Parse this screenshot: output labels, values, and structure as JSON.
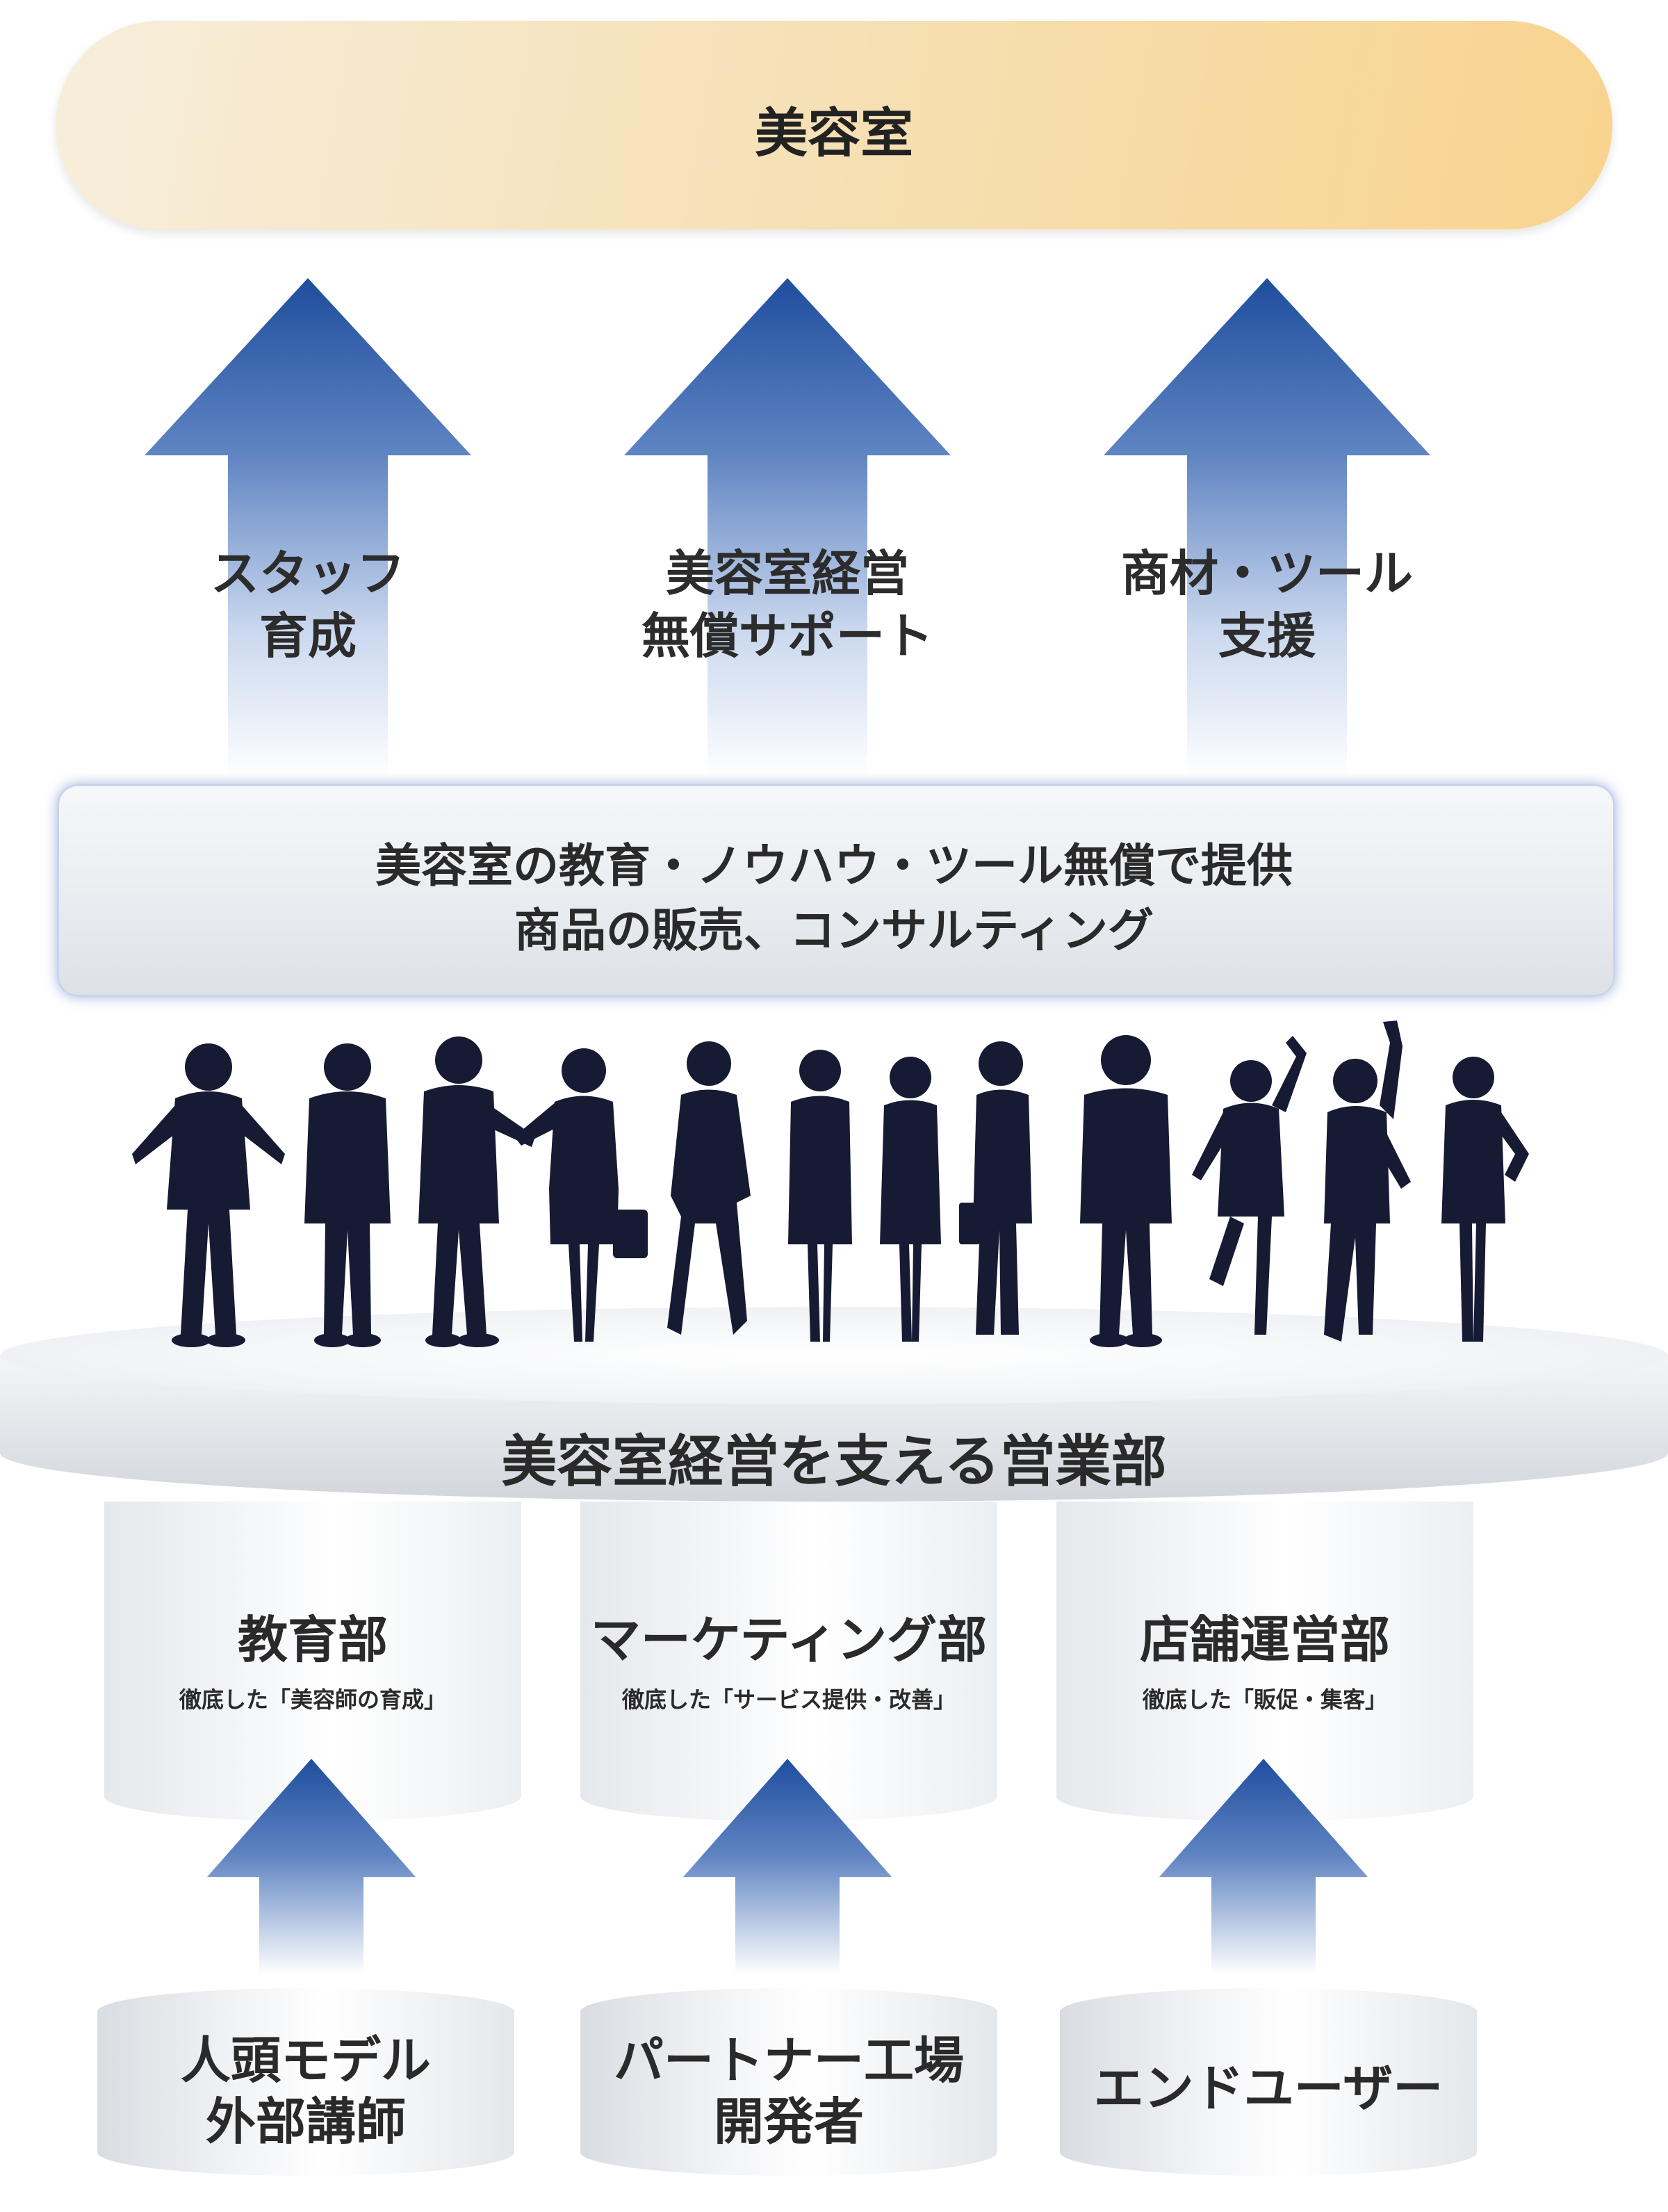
{
  "salon": {
    "title": "美容室"
  },
  "arrows": [
    {
      "line1": "スタッフ",
      "line2": "育成"
    },
    {
      "line1": "美容室経営",
      "line2": "無償サポート"
    },
    {
      "line1": "商材・ツール",
      "line2": "支援"
    }
  ],
  "service": {
    "line1": "美容室の教育・ノウハウ・ツール無償で提供",
    "line2": "商品の販売、コンサルティング"
  },
  "platform": {
    "title": "美容室経営を支える営業部"
  },
  "departments": [
    {
      "name": "教育部",
      "desc": "徹底した「美容師の育成」"
    },
    {
      "name": "マーケティング部",
      "desc": "徹底した「サービス提供・改善」"
    },
    {
      "name": "店舗運営部",
      "desc": "徹底した「販促・集客」"
    }
  ],
  "sources": [
    {
      "line1": "人頭モデル",
      "line2": "外部講師"
    },
    {
      "line1": "パートナー工場",
      "line2": "開発者"
    },
    {
      "line1": "エンドユーザー",
      "line2": ""
    }
  ],
  "colors": {
    "arrow_dark": "#1f4e9e",
    "arrow_light": "#ffffff",
    "silhouette": "#161a33",
    "salon_bar_left": "#f7eedb",
    "salon_bar_right": "#f8d48f"
  }
}
